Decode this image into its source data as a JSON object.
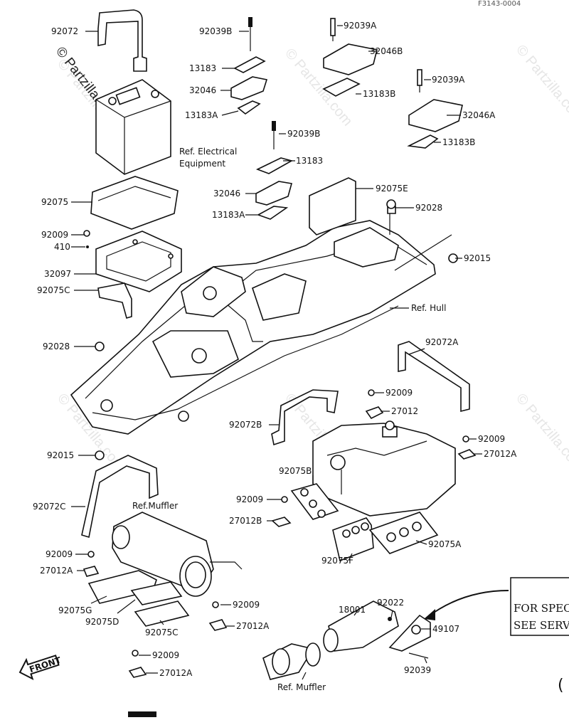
{
  "diagram_code": "F3143-0004",
  "watermark": "© Partzilla.com",
  "labels": {
    "l92072": "92072",
    "l92039B_1": "92039B",
    "l13183_1": "13183",
    "l32046_1": "32046",
    "l13183A_1": "13183A",
    "lRefElec1": "Ref. Electrical",
    "lRefElec2": "Equipment",
    "l92039A_1": "92039A",
    "l32046B": "32046B",
    "l13183B_1": "13183B",
    "l92039A_2": "92039A",
    "l32046A": "32046A",
    "l13183B_2": "13183B",
    "l92039B_2": "92039B",
    "l13183_2": "13183",
    "l32046_2": "32046",
    "l13183A_2": "13183A",
    "l92075E": "92075E",
    "l92028_1": "92028",
    "l92015_1": "92015",
    "l92075": "92075",
    "l92009_1": "92009",
    "l410": "410",
    "l32097": "32097",
    "l92075C": "92075C",
    "lRefHull": "Ref. Hull",
    "l92028_2": "92028",
    "l92072A": "92072A",
    "l92009_2": "92009",
    "l27012": "27012",
    "l92072B": "92072B",
    "l92009_3": "92009",
    "l27012A_1": "27012A",
    "l92015_2": "92015",
    "l92075B": "92075B",
    "l92009_4": "92009",
    "l27012B": "27012B",
    "l92072C": "92072C",
    "lRefMuffler1": "Ref.Muffler",
    "l92075A": "92075A",
    "l92075F": "92075F",
    "l92009_5": "92009",
    "l27012A_2": "27012A",
    "l92075G": "92075G",
    "l92075D": "92075D",
    "l92075Cb": "92075C",
    "l92009_6": "92009",
    "l27012A_3": "27012A",
    "l92009_7": "92009",
    "l27012A_4": "27012A",
    "l18001": "18001",
    "l92022": "92022",
    "l49107": "49107",
    "l92039": "92039",
    "lRefMuffler2": "Ref. Muffler",
    "front": "FRONT"
  },
  "note": {
    "line1": "FOR SPEC",
    "line2": "SEE SERV"
  }
}
